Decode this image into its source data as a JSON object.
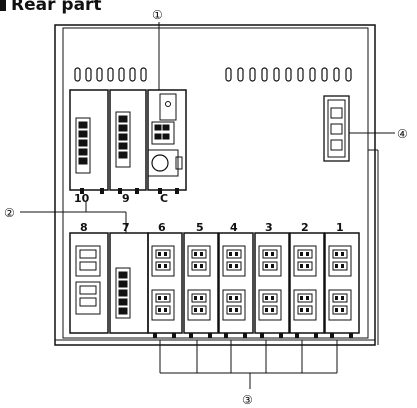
{
  "title": "Rear part",
  "slots": {
    "upper": [
      "10",
      "9",
      "C"
    ],
    "lower": [
      "8",
      "7",
      "6",
      "5",
      "4",
      "3",
      "2",
      "1"
    ]
  },
  "callouts": [
    "①",
    "②",
    "③",
    "④"
  ]
}
